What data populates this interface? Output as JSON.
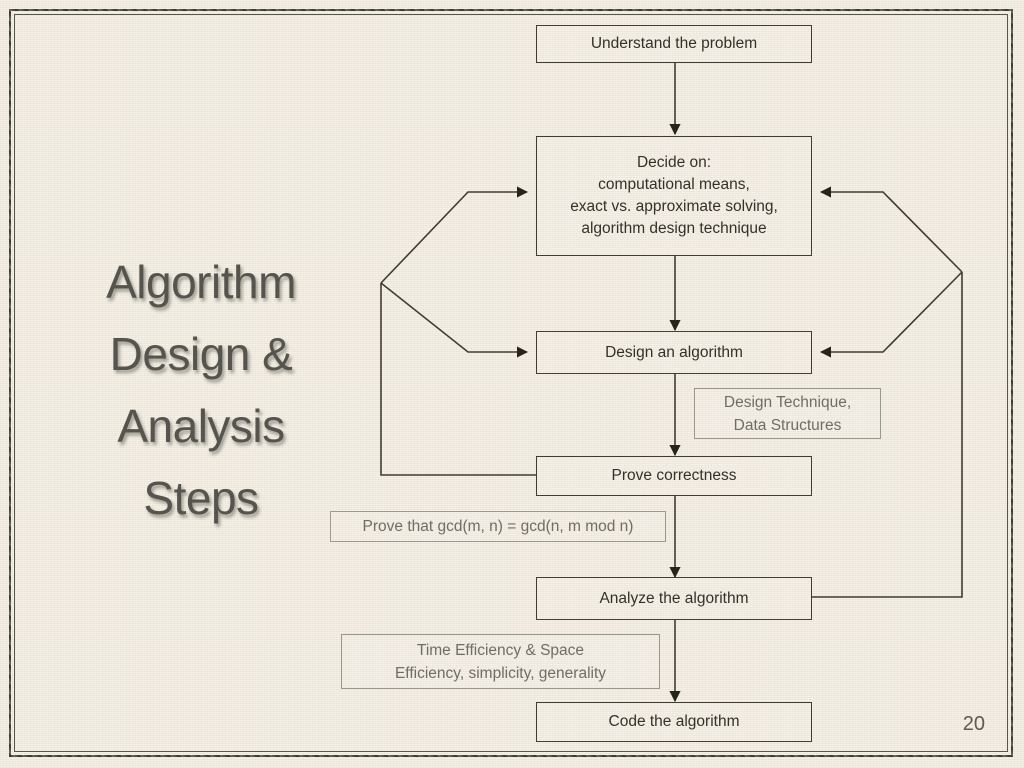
{
  "slide": {
    "title_lines": [
      "Algorithm",
      "Design &",
      "Analysis",
      "Steps"
    ],
    "page_number": "20"
  },
  "diagram": {
    "type": "flowchart",
    "nodes": [
      {
        "id": "understand",
        "label": "Understand the problem"
      },
      {
        "id": "decide",
        "label": "Decide on:\ncomputational means,\nexact vs. approximate solving,\nalgorithm design technique"
      },
      {
        "id": "design",
        "label": "Design an algorithm"
      },
      {
        "id": "prove",
        "label": "Prove correctness"
      },
      {
        "id": "analyze",
        "label": "Analyze the algorithm"
      },
      {
        "id": "code",
        "label": "Code the algorithm"
      }
    ],
    "annotations": [
      {
        "id": "design-note",
        "label": "Design Technique,\nData Structures"
      },
      {
        "id": "prove-note",
        "label": "Prove that gcd(m, n) = gcd(n, m mod n)"
      },
      {
        "id": "analyze-note",
        "label": "Time Efficiency & Space\nEfficiency, simplicity, generality"
      }
    ],
    "edges": [
      {
        "from": "understand",
        "to": "decide",
        "kind": "forward"
      },
      {
        "from": "decide",
        "to": "design",
        "kind": "forward"
      },
      {
        "from": "design",
        "to": "prove",
        "kind": "forward"
      },
      {
        "from": "prove",
        "to": "analyze",
        "kind": "forward"
      },
      {
        "from": "analyze",
        "to": "code",
        "kind": "forward"
      },
      {
        "from": "prove",
        "to": "decide",
        "kind": "feedback-left"
      },
      {
        "from": "prove",
        "to": "design",
        "kind": "feedback-left"
      },
      {
        "from": "analyze",
        "to": "decide",
        "kind": "feedback-right"
      },
      {
        "from": "analyze",
        "to": "design",
        "kind": "feedback-right"
      }
    ]
  },
  "colors": {
    "background": "#f4eee2",
    "box_border": "#3f3d33",
    "note_border": "#9b988d",
    "note_text": "#6f6d64",
    "box_text": "#333129",
    "title_text": "#55544e",
    "frame": "#4b4a42"
  }
}
